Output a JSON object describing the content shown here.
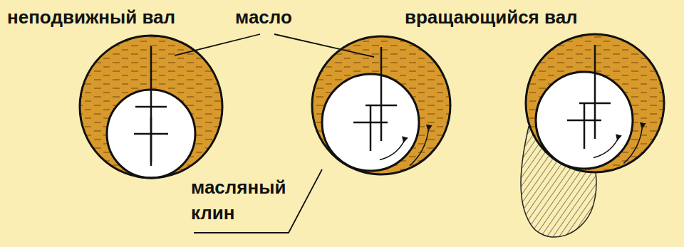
{
  "diagram": {
    "labels": [
      "неподвижный вал",
      "масло",
      "вращающийся вал",
      "масляный клин"
    ]
  }
}
